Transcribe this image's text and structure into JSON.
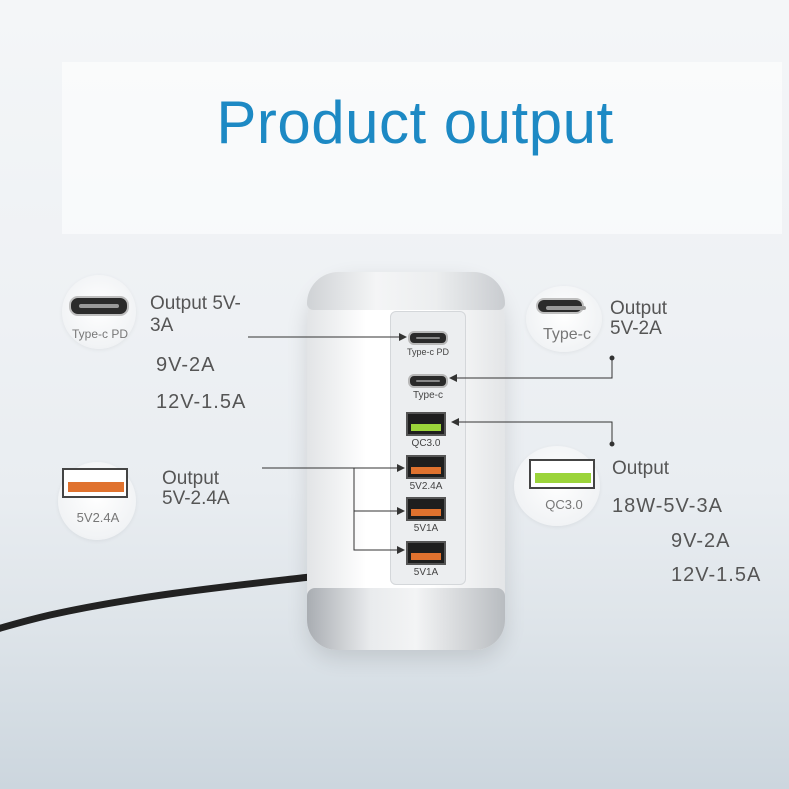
{
  "title": "Product output",
  "ports": [
    {
      "id": "typec-pd",
      "label": "Type-c PD"
    },
    {
      "id": "typec",
      "label": "Type-c"
    },
    {
      "id": "qc30",
      "label": "QC3.0"
    },
    {
      "id": "usb-24a",
      "label": "5V2.4A"
    },
    {
      "id": "usb-1a-1",
      "label": "5V1A"
    },
    {
      "id": "usb-1a-2",
      "label": "5V1A"
    }
  ],
  "callouts": {
    "typec_pd": {
      "icon_label": "Type-c PD",
      "text": "Output 5V-3A",
      "line1": "9V-2A",
      "line2": "12V-1.5A"
    },
    "typec": {
      "icon_label": "Type-c",
      "text": "Output 5V-2A"
    },
    "usb24": {
      "icon_label": "5V2.4A",
      "text": "Output 5V-2.4A"
    },
    "qc30": {
      "icon_label": "QC3.0",
      "text": "Output",
      "line1": "18W-5V-3A",
      "line2": "9V-2A",
      "line3": "12V-1.5A"
    }
  },
  "colors": {
    "title": "#1d89c4",
    "qc_tongue": "#9bd43a",
    "usb_tongue": "#e0722e"
  }
}
